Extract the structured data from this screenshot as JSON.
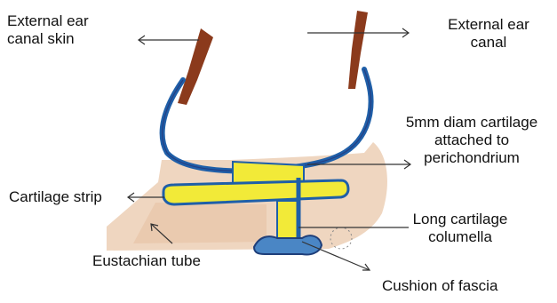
{
  "labels": {
    "external_ear_canal_skin": [
      "External ear",
      "canal skin"
    ],
    "external_ear_canal": [
      "External ear",
      "canal"
    ],
    "cartilage_disc": [
      "5mm diam cartilage",
      "attached to",
      "perichondrium"
    ],
    "cartilage_strip": "Cartilage strip",
    "long_columella": [
      "Long cartilage",
      "columella"
    ],
    "eustachian_tube": "Eustachian tube",
    "cushion_of_fascia": "Cushion of fascia"
  },
  "colors": {
    "canal_skin": "#8b3a1c",
    "tympanic_membrane": "#1f5fa8",
    "cartilage": "#f2ea38",
    "tissue": "#eccfb5",
    "fascia_cushion": "#4a86c5"
  }
}
